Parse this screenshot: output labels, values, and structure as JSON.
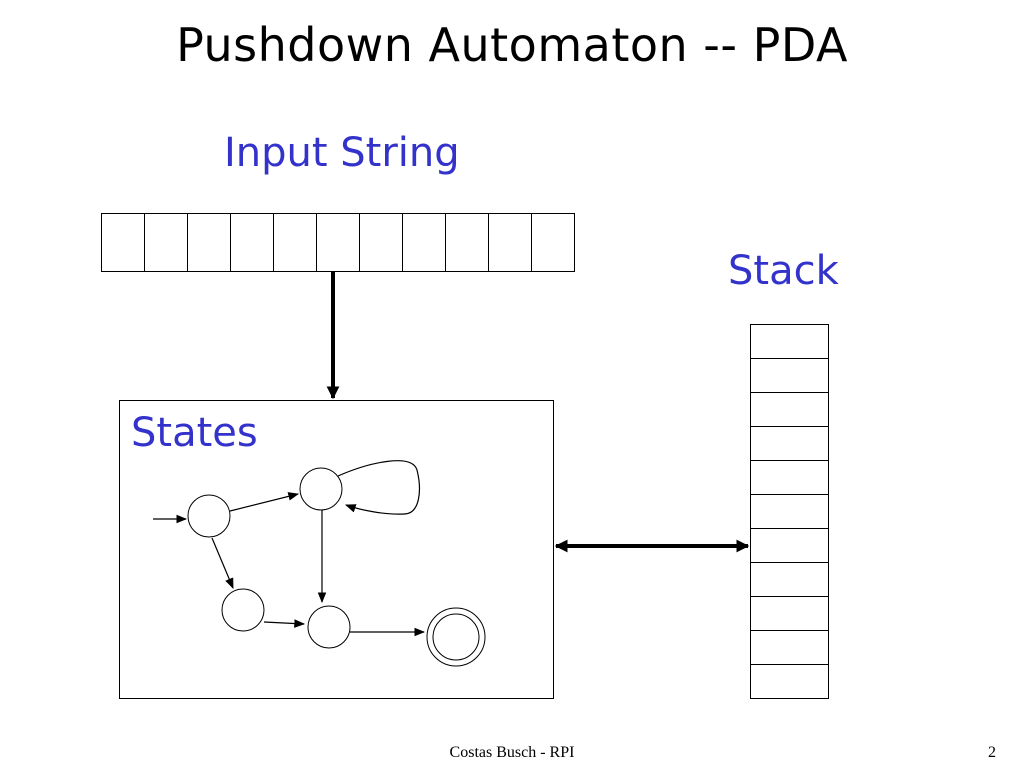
{
  "slide": {
    "title": "Pushdown Automaton -- PDA",
    "footer_author": "Costas Busch - RPI",
    "page_number": "2"
  },
  "labels": {
    "input_string": "Input String",
    "stack": "Stack",
    "states": "States"
  },
  "colors": {
    "label_blue": "#3333cc",
    "line": "#000000"
  },
  "input_tape": {
    "cell_count": 11
  },
  "stack": {
    "cell_count": 11
  },
  "state_diagram": {
    "states": [
      "q0",
      "q1",
      "q2",
      "q3",
      "q4"
    ],
    "initial_state": "q0",
    "accepting_states": [
      "q4"
    ],
    "transitions": [
      {
        "from": "q0",
        "to": "q1"
      },
      {
        "from": "q0",
        "to": "q2"
      },
      {
        "from": "q1",
        "to": "q1"
      },
      {
        "from": "q1",
        "to": "q3"
      },
      {
        "from": "q2",
        "to": "q3"
      },
      {
        "from": "q3",
        "to": "q4"
      }
    ]
  }
}
